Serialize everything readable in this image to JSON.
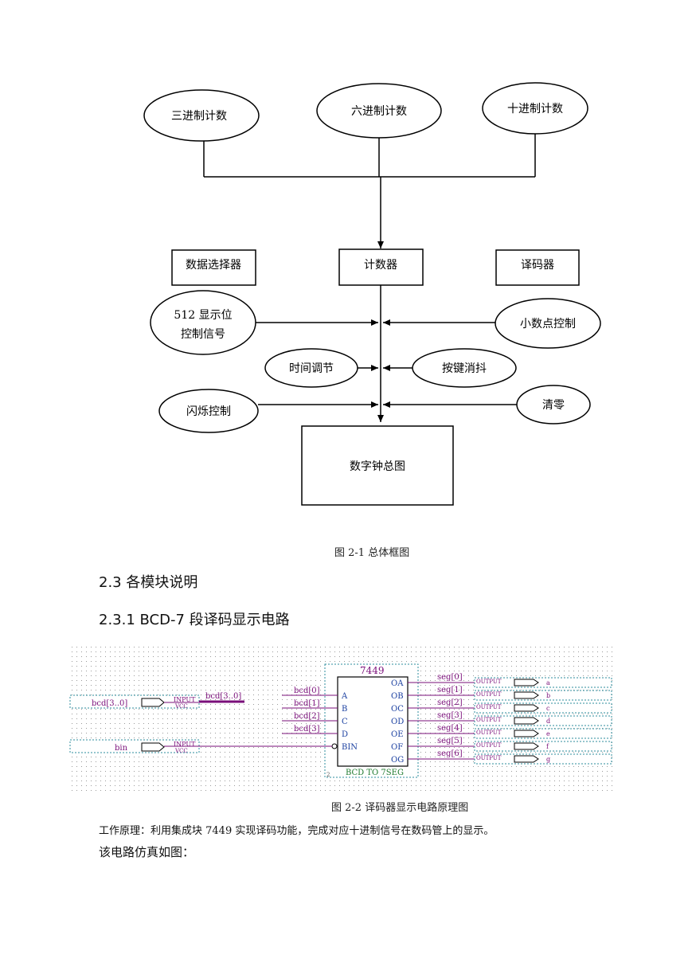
{
  "block_diagram": {
    "inputs_top": [
      "三进制计数",
      "六进制计数",
      "十进制计数"
    ],
    "boxes": [
      "数据选择器",
      "计数器",
      "译码器"
    ],
    "signal_512": [
      "512 显示位",
      "控制信号"
    ],
    "decimal_point": "小数点控制",
    "time_adjust": "时间调节",
    "debounce": "按键消抖",
    "flash": "闪烁控制",
    "clear": "清零",
    "total": "数字钟总图"
  },
  "fig1_caption": "图 2-1   总体框图",
  "section_title": "2.3 各模块说明",
  "subsection_title": "2.3.1 BCD-7 段译码显示电路",
  "schematic": {
    "chip_name": "7449",
    "chip_footer": "BCD TO 7SEG",
    "chip_index": "2",
    "in_pins": [
      "A",
      "B",
      "C",
      "D",
      "BIN"
    ],
    "out_pins": [
      "OA",
      "OB",
      "OC",
      "OD",
      "OE",
      "OF",
      "OG"
    ],
    "bus_in_labels": [
      "bcd[0]",
      "bcd[1]",
      "bcd[2]",
      "bcd[3]"
    ],
    "seg_labels": [
      "seg[0]",
      "seg[1]",
      "seg[2]",
      "seg[3]",
      "seg[4]",
      "seg[5]",
      "seg[6]"
    ],
    "out_names": [
      "a",
      "b",
      "c",
      "d",
      "e",
      "f",
      "g"
    ],
    "input_bcd": "bcd[3..0]",
    "input_bin": "bin",
    "bus_label": "bcd[3..0]",
    "input_tag": "INPUT",
    "vcc_tag": "VCC",
    "output_tag": "OUTPUT"
  },
  "fig2_caption": "图 2-2 译码器显示电路原理图",
  "paragraph1": "工作原理：利用集成块 7449 实现译码功能，完成对应十进制信号在数码管上的显示。",
  "paragraph2": "该电路仿真如图："
}
